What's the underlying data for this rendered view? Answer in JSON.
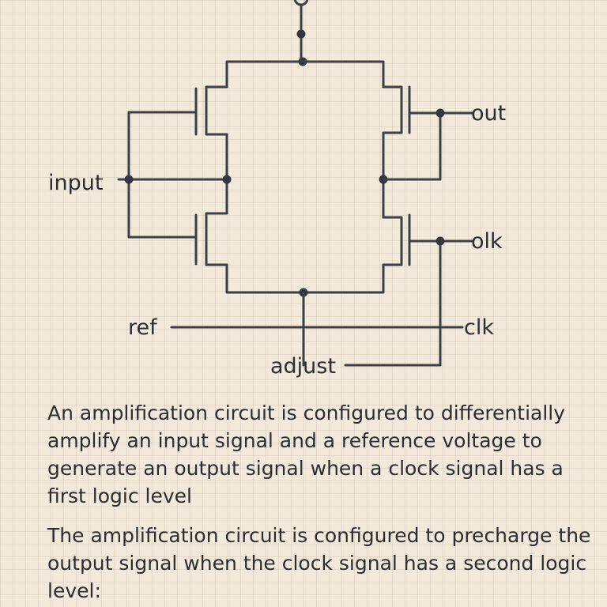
{
  "diagram": {
    "labels": {
      "input": "input",
      "out": "out",
      "olk": "olk",
      "ref": "ref",
      "clk": "clk",
      "adjust": "adjust"
    }
  },
  "description": {
    "paragraph_1": "An amplification circuit is configured to differentially amplify an input signal and a reference voltage to generate an output signal when a clock signal has a first logic level",
    "paragraph_2": "The amplification circuit is configured to precharge the output signal when the clock signal has a second logic level:"
  }
}
